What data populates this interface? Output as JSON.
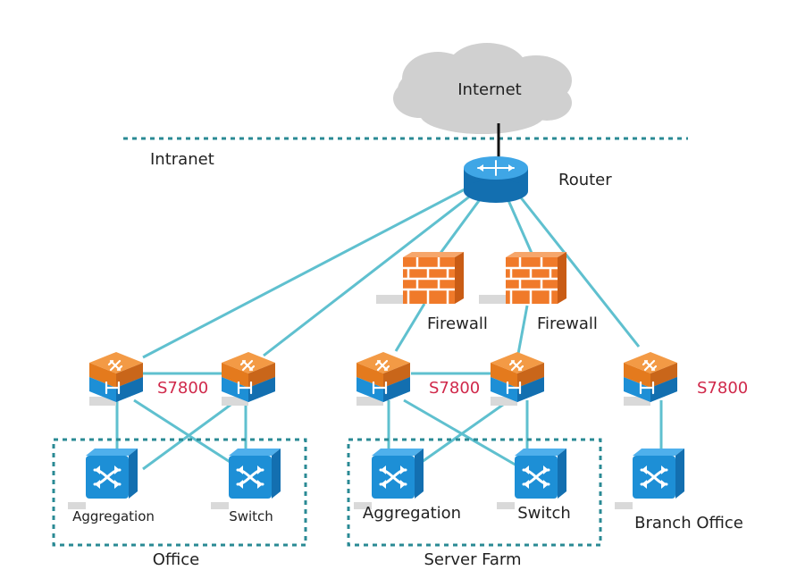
{
  "labels": {
    "internet": "Internet",
    "intranet": "Intranet",
    "router": "Router",
    "firewall_1": "Firewall",
    "firewall_2": "Firewall",
    "s7800_office": "S7800",
    "s7800_server": "S7800",
    "s7800_branch": "S7800",
    "office_aggregation": "Aggregation",
    "office_switch": "Switch",
    "server_aggregation": "Aggregation",
    "server_switch": "Switch",
    "branch_office": "Branch Office",
    "office": "Office",
    "server_farm": "Server Farm"
  },
  "colors": {
    "link": "#5fc0cf",
    "dashed": "#2a8a94",
    "device_blue": "#1d8fd6",
    "device_orange": "#e47a1d",
    "firewall": "#f07a2a",
    "cloud": "#d0d0d0",
    "accent_red": "#d0284a"
  },
  "icons": {
    "cloud": "cloud-icon",
    "router": "router-icon",
    "firewall": "firewall-icon",
    "core_switch": "stacked-switch-icon",
    "access_switch": "switch-icon"
  }
}
